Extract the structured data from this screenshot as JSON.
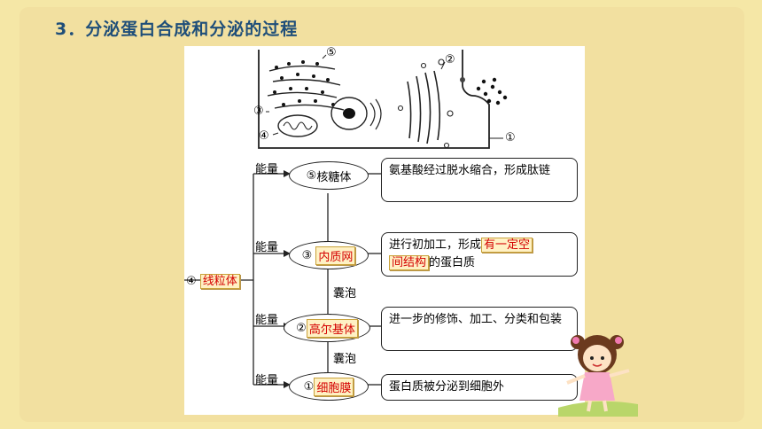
{
  "title": "3．分泌蛋白合成和分泌的过程",
  "cell_labels": {
    "membrane": "①",
    "golgi": "②",
    "er": "③",
    "mito": "④",
    "ribosome": "⑤"
  },
  "energy": "能量",
  "vesicle": "囊泡",
  "source": {
    "num": "④",
    "answer": "线粒体"
  },
  "steps": [
    {
      "num": "⑤",
      "name": "核糖体",
      "desc_pre": "氨基酸经过脱水缩合，形成肽链",
      "answer": "",
      "desc_post": ""
    },
    {
      "num": "③",
      "name": "",
      "answer": "内质网",
      "desc_pre": "进行初加工，形成",
      "desc_answer1": "有一定空",
      "desc_answer2": "间结构",
      "desc_post": "的蛋白质"
    },
    {
      "num": "②",
      "name": "",
      "answer": "高尔基体",
      "desc_pre": "进一步的修饰、加工、分类和包装"
    },
    {
      "num": "①",
      "name": "",
      "answer": "细胞膜",
      "desc_pre": "蛋白质被分泌到细胞外"
    }
  ]
}
